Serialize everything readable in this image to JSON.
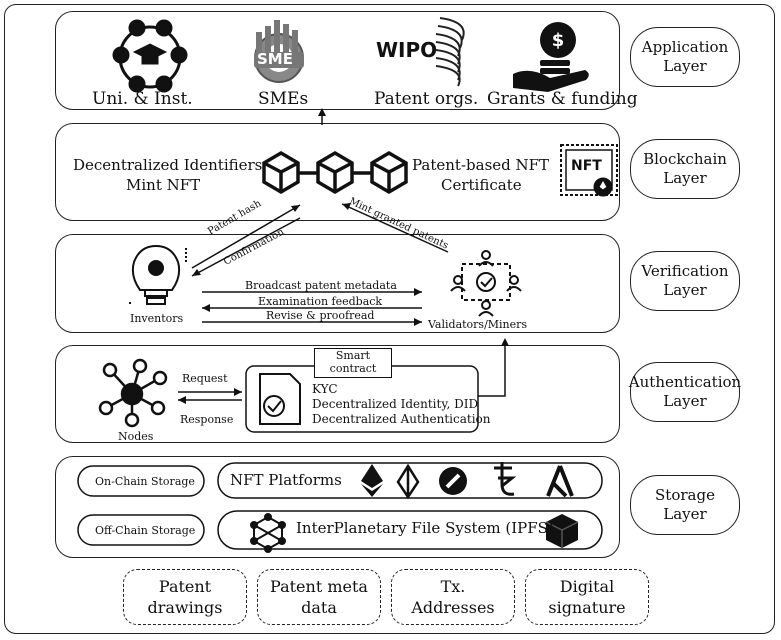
{
  "layers": {
    "application": "Application\nLayer",
    "blockchain": "Blockchain\nLayer",
    "verification": "Verification\nLayer",
    "authentication": "Authentication\nLayer",
    "storage": "Storage\nLayer"
  },
  "application": {
    "uni": "Uni. & Inst.",
    "smes": "SMEs",
    "sme_logo": "SME",
    "wipo_logo": "WIPO",
    "patent_orgs": "Patent orgs.",
    "grants": "Grants & funding"
  },
  "blockchain": {
    "left_line1": "Decentralized Identifiers",
    "left_line2": "Mint NFT",
    "right_line1": "Patent-based NFT",
    "right_line2": "Certificate",
    "nft_badge": "NFT"
  },
  "verification": {
    "patent_hash": "Patent hash",
    "confirmation": "Confirmation",
    "mint_granted": "Mint granted patents",
    "inventors": "Inventors",
    "validators": "Validators/Miners",
    "broadcast": "Broadcast patent metadata",
    "examination": "Examination feedback",
    "revise": "Revise & proofread"
  },
  "authentication": {
    "nodes": "Nodes",
    "request": "Request",
    "response": "Response",
    "smart_contract": "Smart\ncontract",
    "kyc": "KYC",
    "did": "Decentralized Identity, DID",
    "auth": "Decentralized Authentication"
  },
  "storage": {
    "onchain": "On-Chain Storage",
    "offchain": "Off-Chain Storage",
    "nft_platforms": "NFT Platforms",
    "ipfs": "InterPlanetary File System (IPFS)"
  },
  "data_items": [
    "Patent\ndrawings",
    "Patent meta\ndata",
    "Tx.\nAddresses",
    "Digital\nsignature"
  ],
  "colors": {
    "stroke": "#222222",
    "fill": "#111111"
  }
}
